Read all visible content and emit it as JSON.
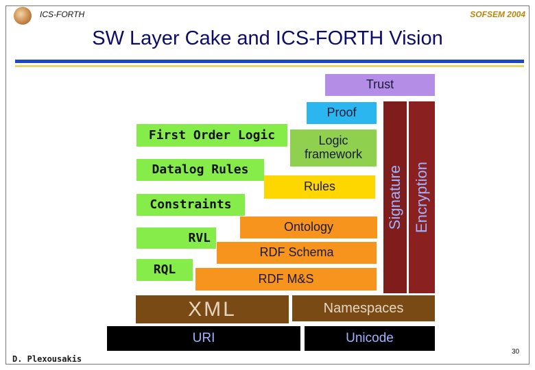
{
  "header": {
    "left": "ICS-FORTH",
    "right": "SOFSEM 2004"
  },
  "slide": {
    "title": "SW Layer Cake and ICS-FORTH Vision",
    "author": "D. Plexousakis",
    "page": "30"
  },
  "layers": {
    "trust": "Trust",
    "proof": "Proof",
    "logic": "Logic framework",
    "rules": "Rules",
    "ontology": "Ontology",
    "rdfs": "RDF Schema",
    "rdfms": "RDF M&S",
    "xml": "XML",
    "namespaces": "Namespaces",
    "uri": "URI",
    "unicode": "Unicode",
    "signature": "Signature",
    "encryption": "Encryption"
  },
  "ics_forth": {
    "first_order_logic": "First Order Logic",
    "datalog_rules": "Datalog Rules",
    "constraints": "Constraints",
    "rvl": "RVL",
    "rql": "RQL"
  },
  "colors": {
    "trust": "#b48ee6",
    "proof": "#2bb6f0",
    "logic": "#8fd14f",
    "rules": "#ffd700",
    "orange": "#f7941d",
    "xml": "#7a4a14",
    "namespaces": "#7a4a14",
    "uri": "#000000",
    "signature": "#7f1c1c",
    "encryption": "#8b2020",
    "green": "#86ec4a",
    "title": "#0b0b6a"
  }
}
